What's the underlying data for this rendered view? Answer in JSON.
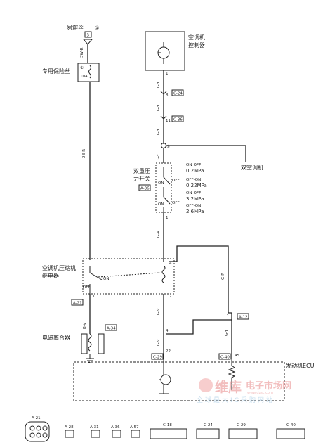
{
  "top": {
    "fuse_link_label": "易熔丝",
    "fuse_link_no": "①",
    "fuse_pin": "3",
    "fuse_wire": "3W-R"
  },
  "fuse_box": {
    "label": "专用保险丝",
    "no": "②",
    "rating": "10A"
  },
  "ac_controller": {
    "label_line1": "空调机",
    "label_line2": "控制器",
    "pin": "1"
  },
  "wires": {
    "w1": "G-Y",
    "w2": "G-Y",
    "w3": "G-Y",
    "w4": "G-Y",
    "w5": "G-R",
    "w6": "G-V",
    "w7": "G-V",
    "w8": "G-R",
    "w9": "G-Y",
    "w10": "2B-R",
    "w11": "B-V"
  },
  "connectors": {
    "c24": "C-24",
    "c36": "C-36",
    "a36": "A-36",
    "a21b": "A-21",
    "a34": "A-34",
    "a12": "A-12",
    "c29": "C-29",
    "c40": "C-40"
  },
  "pins": {
    "p8": "8",
    "p11": "11",
    "p1": "1",
    "p4": "4",
    "p2": "2",
    "p3a": "3",
    "p3b": "3",
    "p4b": "4",
    "p22": "22",
    "p45": "45",
    "p2b": "2"
  },
  "splice": {
    "no": "⑨"
  },
  "dual_ac": {
    "label": "双空调机"
  },
  "pressure_switch": {
    "label_line1": "双重压",
    "label_line2": "力开关",
    "s1": "ON-OFF",
    "v1": "0.2MPa",
    "s2": "OFF-ON",
    "v2": "0.22MPa",
    "s3": "ON-OFF",
    "v3": "3.2MPa",
    "s4": "OFF-ON",
    "v4": "2.6MPa",
    "on1": "ON",
    "off1": "OFF",
    "on2": "ON",
    "off2": "OFF"
  },
  "relay": {
    "label_line1": "空调机压缩机",
    "label_line2": "继电器",
    "on": "ON",
    "off": "OFF"
  },
  "clutch": {
    "label": "电磁离合器"
  },
  "ecu": {
    "label": "发动机ECU"
  },
  "watermark": {
    "logo_main": "维库",
    "site_name": "电子市场网",
    "url": "www.dzsc.com",
    "slogan": "全球最大IC采购网站"
  },
  "legend": [
    "A-21",
    "A-28",
    "A-31",
    "A-36",
    "A-57",
    "C-18",
    "C-24",
    "C-29",
    "C-40"
  ]
}
